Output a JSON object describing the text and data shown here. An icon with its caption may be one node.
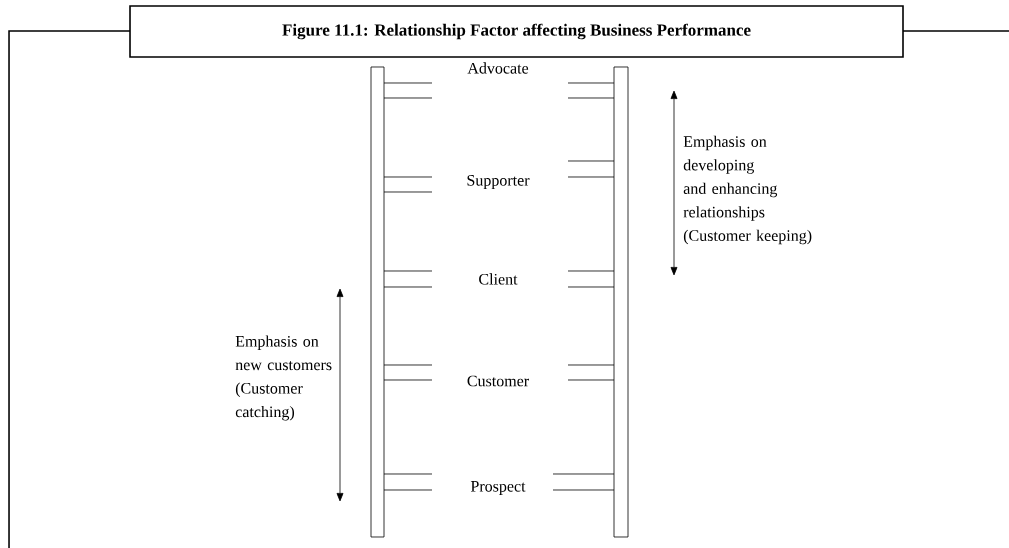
{
  "diagram": {
    "title": "Figure 11.1: Relationship Factor affecting Business Performance",
    "labels": [
      "Advocate",
      "Emphasis on developing and enhancing relationships (Customer keeping)",
      "Supporter",
      "Client",
      "Emphasis on new customers (Customer catching)",
      "Customer",
      "Prospect"
    ]
  }
}
